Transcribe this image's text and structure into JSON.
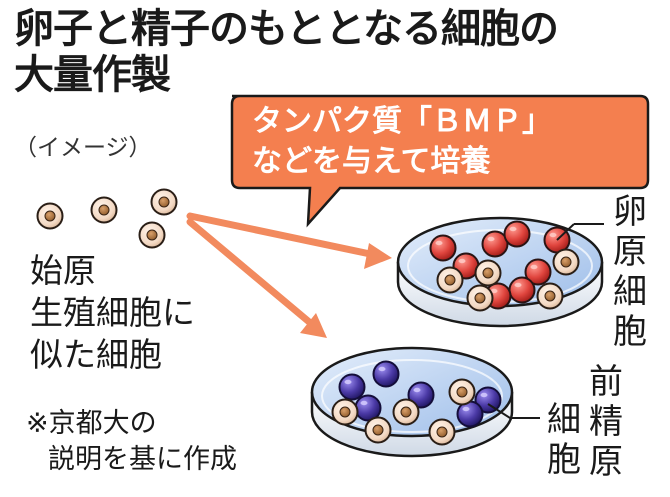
{
  "title": {
    "line1": "卵子と精子のもととなる細胞の",
    "line2": "大量作製"
  },
  "subtitle": "（イメージ）",
  "callout": {
    "line1": "タンパク質「ＢＭＰ」",
    "line2": "などを与えて培養"
  },
  "start_cells_label": {
    "line1": "始原",
    "line2": "生殖細胞に",
    "line3": "似た細胞"
  },
  "upper_dish_label": "卵原細胞",
  "lower_dish_label": {
    "col1": "前精原",
    "col2": "細胞"
  },
  "note": {
    "line1": "※京都大の",
    "line2": "説明を基に作成"
  },
  "colors": {
    "callout_orange": "#f47f4f",
    "arrow_orange": "#f28a5e",
    "oogonia_red": "#e0453e",
    "prospermatogonia_purple": "#4b3aa6",
    "germ_cell_beige": "#f3d9c4",
    "dish_blue": "#a9c7ef"
  }
}
